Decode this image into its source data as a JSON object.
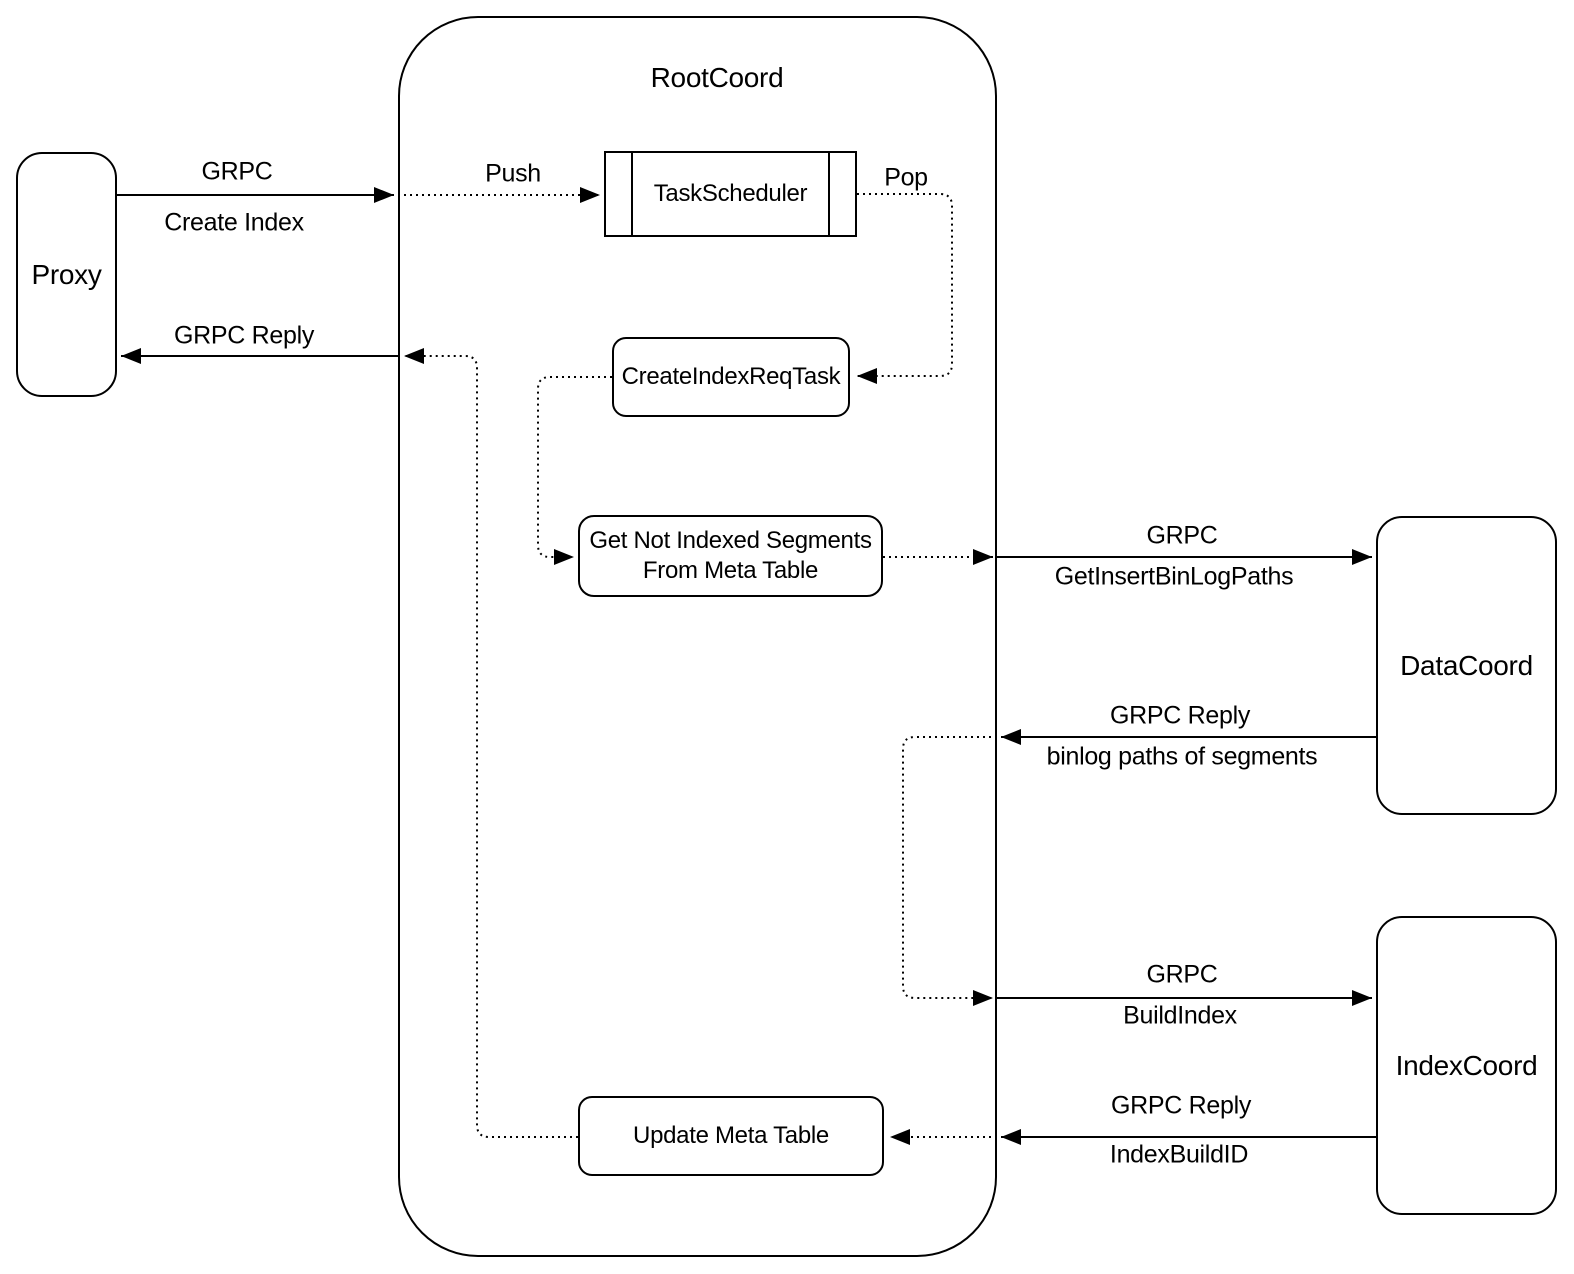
{
  "diagram": {
    "container": {
      "title": "RootCoord"
    },
    "nodes": {
      "proxy": {
        "label": "Proxy"
      },
      "task_scheduler": {
        "label": "TaskScheduler"
      },
      "create_index_req_task": {
        "label": "CreateIndexReqTask"
      },
      "get_not_indexed_segments": {
        "label_line1": "Get Not Indexed Segments",
        "label_line2": "From Meta Table"
      },
      "update_meta_table": {
        "label": "Update Meta Table"
      },
      "data_coord": {
        "label": "DataCoord"
      },
      "index_coord": {
        "label": "IndexCoord"
      }
    },
    "edge_labels": {
      "grpc_create": {
        "line1": "GRPC",
        "line2": "Create Index"
      },
      "grpc_reply_proxy": {
        "line1": "GRPC Reply"
      },
      "push": {
        "line1": "Push"
      },
      "pop": {
        "line1": "Pop"
      },
      "grpc_get_insert": {
        "line1": "GRPC",
        "line2": "GetInsertBinLogPaths"
      },
      "grpc_reply_binlog": {
        "line1": "GRPC Reply",
        "line2": "binlog paths of segments"
      },
      "grpc_build_index": {
        "line1": "GRPC",
        "line2": "BuildIndex"
      },
      "grpc_reply_index_build": {
        "line1": "GRPC Reply",
        "line2": "IndexBuildID"
      }
    },
    "colors": {
      "stroke": "#000000",
      "background": "#ffffff"
    }
  }
}
